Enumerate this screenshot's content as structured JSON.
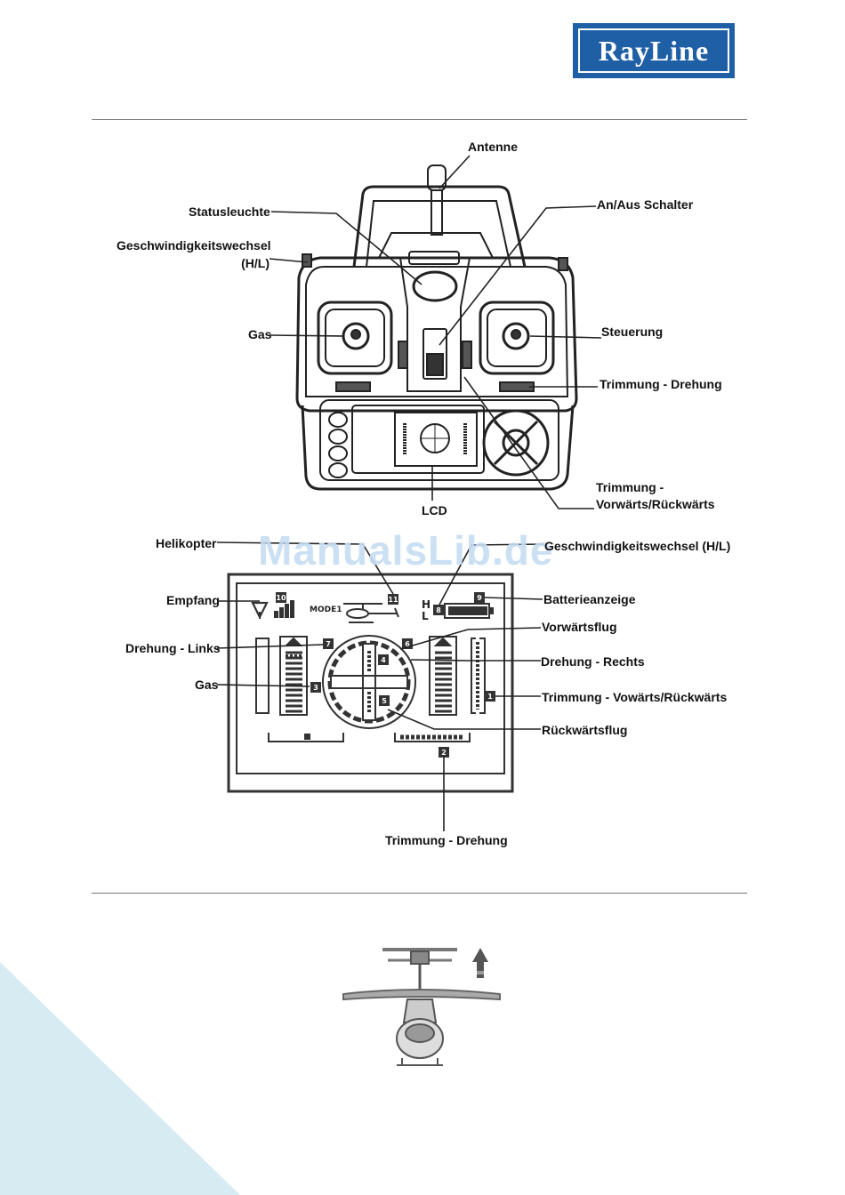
{
  "brand": {
    "logo_text": "RayLine"
  },
  "watermark": "ManualsLib.de",
  "transmitter_labels": {
    "antenna": "Antenne",
    "status_light": "Statusleuchte",
    "speed_switch_line1": "Geschwindigkeitswechsel",
    "speed_switch_line2": "(H/L)",
    "power_switch": "An/Aus Schalter",
    "throttle": "Gas",
    "steering": "Steuerung",
    "trim_rotation": "Trimmung - Drehung",
    "trim_fb_line1": "Trimmung -",
    "trim_fb_line2": "Vorwärts/Rückwärts",
    "lcd": "LCD"
  },
  "lcd_labels": {
    "helicopter": "Helikopter",
    "speed_switch": "Geschwindigkeitswechsel (H/L)",
    "reception": "Empfang",
    "battery": "Batterieanzeige",
    "forward_flight": "Vorwärtsflug",
    "turn_left": "Drehung - Links",
    "turn_right": "Drehung - Rechts",
    "throttle": "Gas",
    "trim_fb": "Trimmung - Vowärts/Rückwärts",
    "backward_flight": "Rückwärtsflug",
    "trim_rotation": "Trimmung - Drehung"
  },
  "lcd_display": {
    "mode_text": "MODE1",
    "speed_h": "H",
    "speed_l": "L",
    "numbers": [
      "1",
      "2",
      "3",
      "4",
      "5",
      "6",
      "7",
      "8",
      "9",
      "10",
      "11"
    ]
  },
  "icons": [
    "transmitter-diagram",
    "lcd-screen-diagram",
    "helicopter-ascend-icon",
    "up-arrow-icon"
  ],
  "colors": {
    "logo_blue": "#1f5fa6",
    "corner_blue": "#d7ebf3",
    "watermark": "#c6ddf2"
  }
}
